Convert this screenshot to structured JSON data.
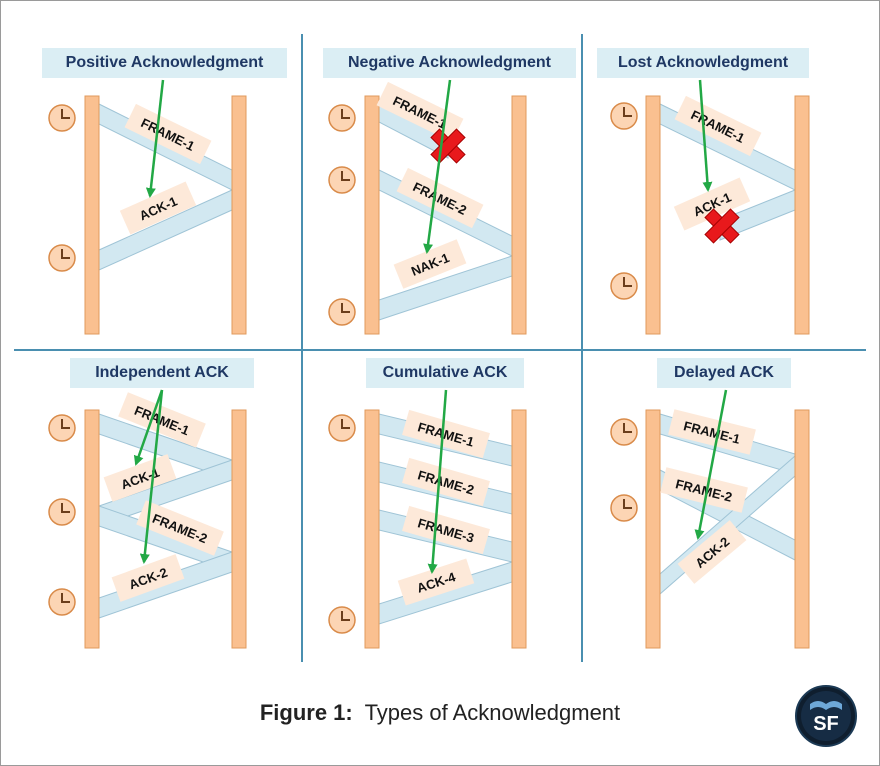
{
  "panels": [
    {
      "title": "Positive Acknowledgment",
      "labels": [
        "FRAME-1",
        "ACK-1"
      ]
    },
    {
      "title": "Negative Acknowledgment",
      "labels": [
        "FRAME-1",
        "FRAME-2",
        "NAK-1"
      ]
    },
    {
      "title": "Lost Acknowledgment",
      "labels": [
        "FRAME-1",
        "ACK-1"
      ]
    },
    {
      "title": "Independent ACK",
      "labels": [
        "FRAME-1",
        "ACK-1",
        "FRAME-2",
        "ACK-2"
      ]
    },
    {
      "title": "Cumulative ACK",
      "labels": [
        "FRAME-1",
        "FRAME-2",
        "FRAME-3",
        "ACK-4"
      ]
    },
    {
      "title": "Delayed ACK",
      "labels": [
        "FRAME-1",
        "FRAME-2",
        "ACK-2"
      ]
    }
  ],
  "caption": {
    "prefix": "Figure 1:",
    "text": "Types of Acknowledgment"
  },
  "logo": {
    "text": "SF"
  },
  "colors": {
    "bar": "#fac090",
    "bar_stroke": "#e09a5c",
    "band": "#d2e8f1",
    "band_stroke": "#9fc4d6",
    "label_bg": "#fde9d9",
    "arrow": "#22a845",
    "cross": "#e8191c",
    "divider": "#4a8fb0",
    "title_bg": "#dbeef4"
  }
}
